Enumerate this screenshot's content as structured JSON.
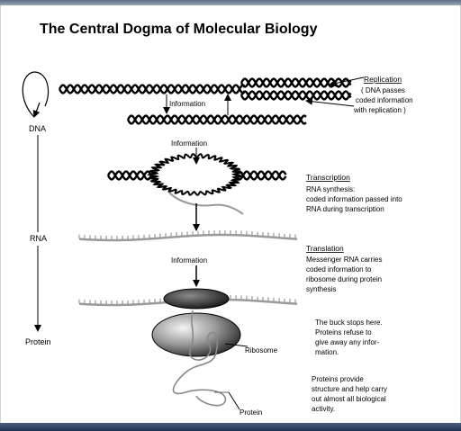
{
  "title": "The Central Dogma of Molecular Biology",
  "left_axis": {
    "dna": "DNA",
    "rna": "RNA",
    "protein": "Protein"
  },
  "replication": {
    "heading": "Replication",
    "lines": [
      "( DNA passes",
      "coded information",
      "with replication )"
    ]
  },
  "information_labels": [
    "Information",
    "Information",
    "Information"
  ],
  "transcription": {
    "heading": "Transcription",
    "lines": [
      "RNA synthesis:",
      "coded information passed into",
      "RNA during transcription"
    ]
  },
  "translation": {
    "heading": "Translation",
    "lines": [
      "Messenger RNA carries",
      "coded information to",
      "ribosome during protein",
      "synthesis"
    ]
  },
  "buck_stops": {
    "lines": [
      "The buck stops here.",
      "Proteins refuse to",
      "give away any infor-",
      "mation."
    ]
  },
  "proteins_provide": {
    "lines": [
      "Proteins provide",
      "structure and help carry",
      "out almost all biological",
      "activity."
    ]
  },
  "ribosome_label": "Ribosome",
  "protein_label": "Protein"
}
